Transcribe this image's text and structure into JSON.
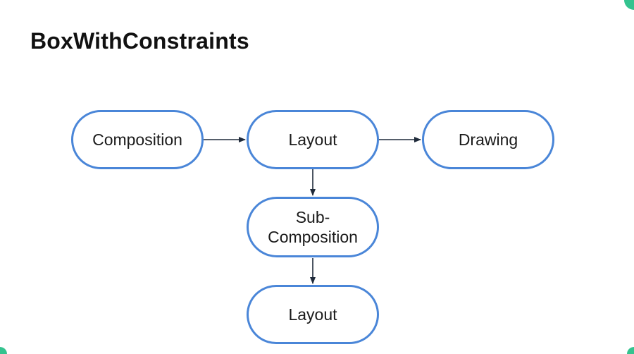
{
  "title": "BoxWithConstraints",
  "nodes": {
    "composition": "Composition",
    "layout": "Layout",
    "drawing": "Drawing",
    "sub_composition": "Sub-\nComposition",
    "layout_bottom": "Layout"
  },
  "colors": {
    "node_border": "#4a86d8",
    "arrow": "#1f2a3a",
    "title": "#111111",
    "frame_accent": "#34c38f"
  }
}
